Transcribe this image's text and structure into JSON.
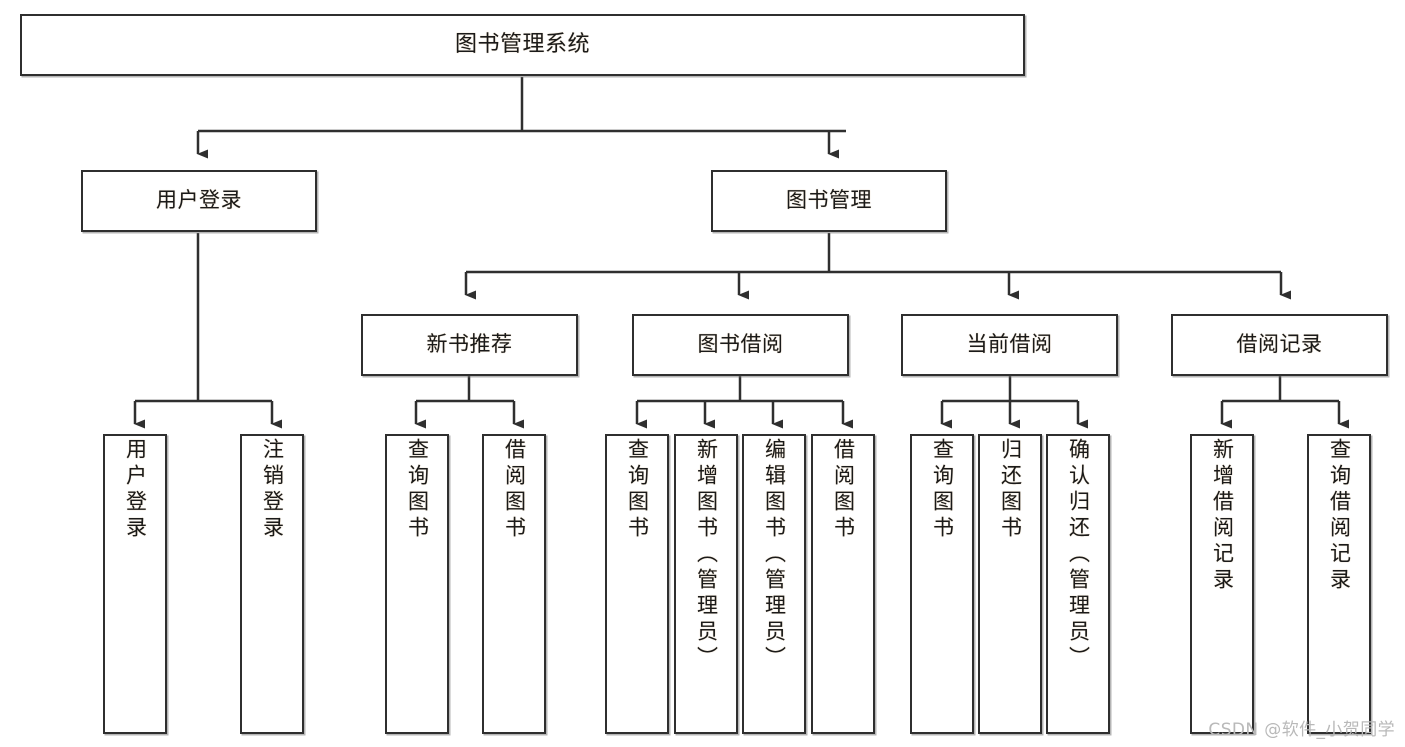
{
  "diagram": {
    "title": "图书管理系统",
    "watermark": "CSDN @软件_小贺同学",
    "colors": {
      "node_border": "#2f2f2f",
      "node_fill": "#ffffff",
      "edge": "#2f2f2f",
      "text": "#1a1a1a",
      "watermark": "#b9b9b9"
    }
  },
  "nodes": {
    "root": {
      "label": "图书管理系统"
    },
    "level1": [
      {
        "label": "用户登录"
      },
      {
        "label": "图书管理"
      }
    ],
    "level2": [
      {
        "label": "新书推荐"
      },
      {
        "label": "图书借阅"
      },
      {
        "label": "当前借阅"
      },
      {
        "label": "借阅记录"
      }
    ],
    "leaves": {
      "user_login": [
        {
          "label": "用户登录"
        },
        {
          "label": "注销登录"
        }
      ],
      "new_book_recommend": [
        {
          "label": "查询图书"
        },
        {
          "label": "借阅图书"
        }
      ],
      "book_borrow": [
        {
          "label": "查询图书"
        },
        {
          "label": "新增图书（管理员）"
        },
        {
          "label": "编辑图书（管理员）"
        },
        {
          "label": "借阅图书"
        }
      ],
      "current_borrow": [
        {
          "label": "查询图书"
        },
        {
          "label": "归还图书"
        },
        {
          "label": "确认归还（管理员）"
        }
      ],
      "borrow_record": [
        {
          "label": "新增借阅记录"
        },
        {
          "label": "查询借阅记录"
        }
      ]
    }
  },
  "chart_data": {
    "type": "tree",
    "title": "图书管理系统",
    "root": {
      "label": "图书管理系统",
      "children": [
        {
          "label": "用户登录",
          "children": [
            {
              "label": "用户登录"
            },
            {
              "label": "注销登录"
            }
          ]
        },
        {
          "label": "图书管理",
          "children": [
            {
              "label": "新书推荐",
              "children": [
                {
                  "label": "查询图书"
                },
                {
                  "label": "借阅图书"
                }
              ]
            },
            {
              "label": "图书借阅",
              "children": [
                {
                  "label": "查询图书"
                },
                {
                  "label": "新增图书（管理员）"
                },
                {
                  "label": "编辑图书（管理员）"
                },
                {
                  "label": "借阅图书"
                }
              ]
            },
            {
              "label": "当前借阅",
              "children": [
                {
                  "label": "查询图书"
                },
                {
                  "label": "归还图书"
                },
                {
                  "label": "确认归还（管理员）"
                }
              ]
            },
            {
              "label": "借阅记录",
              "children": [
                {
                  "label": "新增借阅记录"
                },
                {
                  "label": "查询借阅记录"
                }
              ]
            }
          ]
        }
      ]
    }
  }
}
